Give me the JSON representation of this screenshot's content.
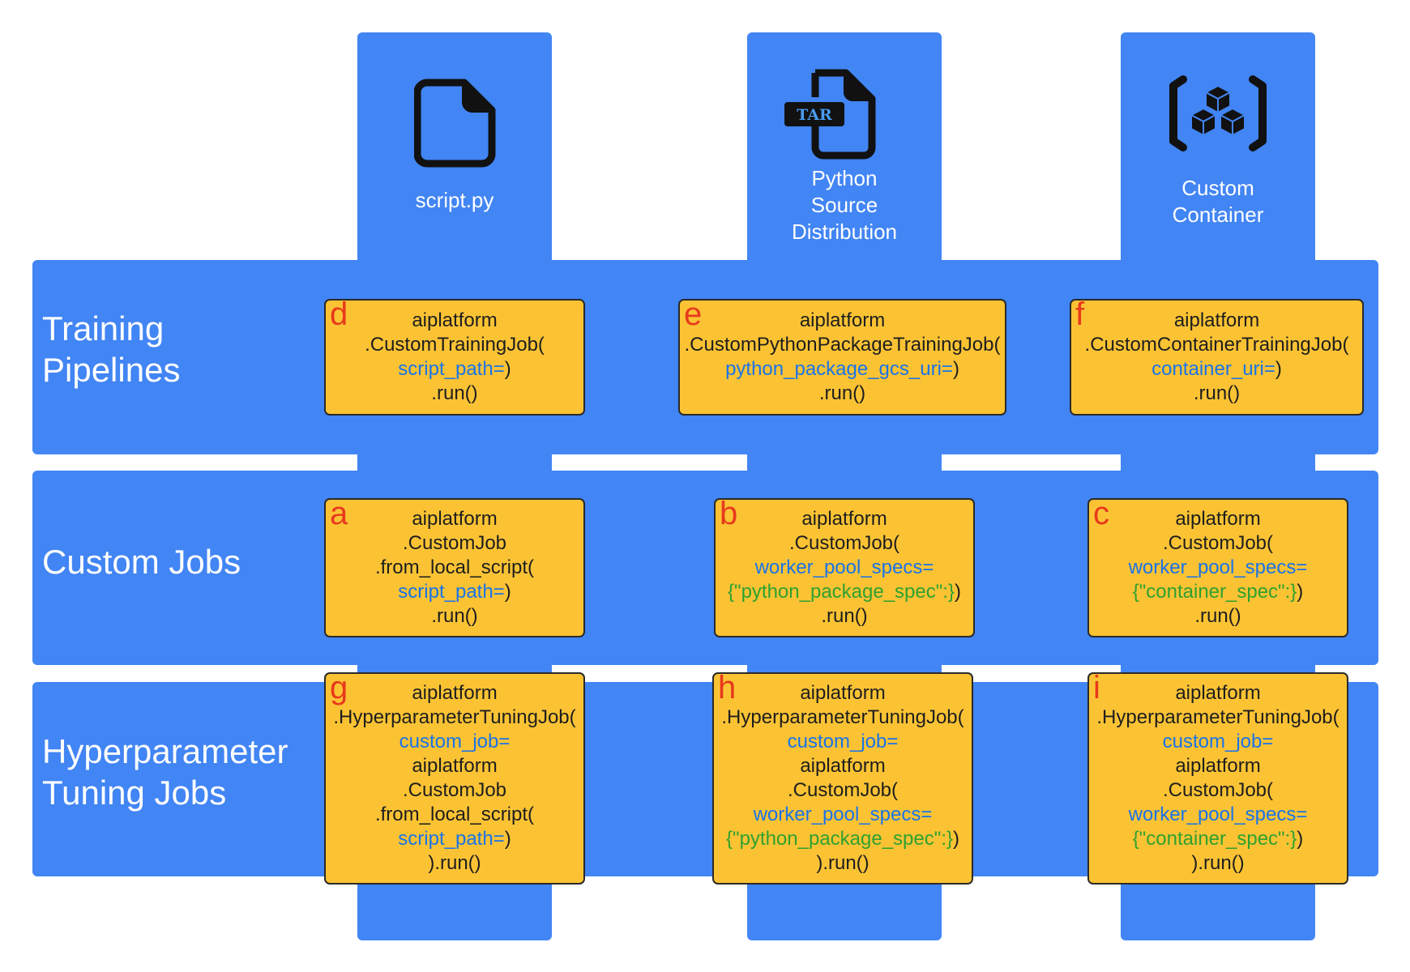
{
  "columns": {
    "script": {
      "label": "script.py",
      "icon": "file-icon"
    },
    "python_dist": {
      "label_lines": [
        "Python",
        "Source",
        "Distribution"
      ],
      "icon": "tar-file-icon",
      "icon_text": "TAR"
    },
    "container": {
      "label_lines": [
        "Custom",
        "Container"
      ],
      "icon": "container-cubes-icon"
    }
  },
  "rows": {
    "training": {
      "label_lines": [
        "Training",
        "Pipelines"
      ]
    },
    "custom_jobs": {
      "label": "Custom Jobs"
    },
    "hp_tuning": {
      "label_lines": [
        "Hyperparameter",
        "Tuning Jobs"
      ]
    }
  },
  "colors": {
    "blue_panel": "#4285f4",
    "box_fill": "#fbc334",
    "tag_red": "#e8391c",
    "code_blue": "#1a73e8",
    "code_green": "#2fa12f"
  },
  "boxes": {
    "d": {
      "tag": "d",
      "lines": [
        {
          "text": "aiplatform",
          "color": "dark"
        },
        {
          "text": ".CustomTrainingJob(",
          "color": "dark"
        },
        {
          "text": "script_path=",
          "suffix": ")",
          "color": "blue"
        },
        {
          "text": ".run()",
          "color": "dark"
        }
      ]
    },
    "e": {
      "tag": "e",
      "lines": [
        {
          "text": "aiplatform",
          "color": "dark"
        },
        {
          "text": ".CustomPythonPackageTrainingJob(",
          "color": "dark"
        },
        {
          "text": "python_package_gcs_uri=",
          "suffix": ")",
          "color": "blue"
        },
        {
          "text": ".run()",
          "color": "dark"
        }
      ]
    },
    "f": {
      "tag": "f",
      "lines": [
        {
          "text": "aiplatform",
          "color": "dark"
        },
        {
          "text": ".CustomContainerTrainingJob(",
          "color": "dark"
        },
        {
          "text": "container_uri=",
          "suffix": ")",
          "color": "blue"
        },
        {
          "text": ".run()",
          "color": "dark"
        }
      ]
    },
    "a": {
      "tag": "a",
      "lines": [
        {
          "text": "aiplatform",
          "color": "dark"
        },
        {
          "text": ".CustomJob",
          "color": "dark"
        },
        {
          "text": ".from_local_script(",
          "color": "dark"
        },
        {
          "text": "script_path=",
          "suffix": ")",
          "color": "blue"
        },
        {
          "text": ".run()",
          "color": "dark"
        }
      ]
    },
    "b": {
      "tag": "b",
      "lines": [
        {
          "text": "aiplatform",
          "color": "dark"
        },
        {
          "text": ".CustomJob(",
          "color": "dark"
        },
        {
          "text": "worker_pool_specs=",
          "color": "blue"
        },
        {
          "text": "{\"python_package_spec\":}",
          "suffix": ")",
          "color": "green"
        },
        {
          "text": ".run()",
          "color": "dark"
        }
      ]
    },
    "c": {
      "tag": "c",
      "lines": [
        {
          "text": "aiplatform",
          "color": "dark"
        },
        {
          "text": ".CustomJob(",
          "color": "dark"
        },
        {
          "text": "worker_pool_specs=",
          "color": "blue"
        },
        {
          "text": "{\"container_spec\":}",
          "suffix": ")",
          "color": "green"
        },
        {
          "text": ".run()",
          "color": "dark"
        }
      ]
    },
    "g": {
      "tag": "g",
      "lines": [
        {
          "text": "aiplatform",
          "color": "dark"
        },
        {
          "text": ".HyperparameterTuningJob(",
          "color": "dark"
        },
        {
          "text": "custom_job=",
          "color": "blue"
        },
        {
          "text": "aiplatform",
          "color": "dark"
        },
        {
          "text": ".CustomJob",
          "color": "dark"
        },
        {
          "text": ".from_local_script(",
          "color": "dark"
        },
        {
          "text": "script_path=",
          "suffix": ")",
          "color": "blue"
        },
        {
          "text": ").run()",
          "color": "dark"
        }
      ]
    },
    "h": {
      "tag": "h",
      "lines": [
        {
          "text": "aiplatform",
          "color": "dark"
        },
        {
          "text": ".HyperparameterTuningJob(",
          "color": "dark"
        },
        {
          "text": "custom_job=",
          "color": "blue"
        },
        {
          "text": "aiplatform",
          "color": "dark"
        },
        {
          "text": ".CustomJob(",
          "color": "dark"
        },
        {
          "text": "worker_pool_specs=",
          "color": "blue"
        },
        {
          "text": "{\"python_package_spec\":}",
          "suffix": ")",
          "color": "green"
        },
        {
          "text": ").run()",
          "color": "dark"
        }
      ]
    },
    "i": {
      "tag": "i",
      "lines": [
        {
          "text": "aiplatform",
          "color": "dark"
        },
        {
          "text": ".HyperparameterTuningJob(",
          "color": "dark"
        },
        {
          "text": "custom_job=",
          "color": "blue"
        },
        {
          "text": "aiplatform",
          "color": "dark"
        },
        {
          "text": ".CustomJob(",
          "color": "dark"
        },
        {
          "text": "worker_pool_specs=",
          "color": "blue"
        },
        {
          "text": "{\"container_spec\":}",
          "suffix": ")",
          "color": "green"
        },
        {
          "text": ").run()",
          "color": "dark"
        }
      ]
    }
  }
}
